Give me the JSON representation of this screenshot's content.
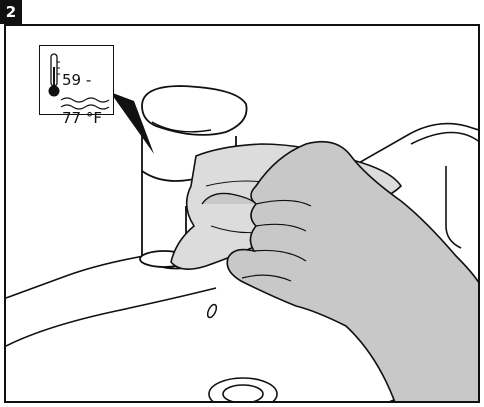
{
  "step": {
    "number": "2"
  },
  "temperature_callout": {
    "line1": "59 -",
    "line2": "77 °F",
    "icon": "thermometer-icon",
    "water_icon": "water-waves-icon"
  },
  "colors": {
    "outline": "#111111",
    "background": "#ffffff",
    "hand_fill": "#c8c8c8",
    "cloth_fill": "#dcdcdc",
    "shadow_fill": "#eeeeee"
  }
}
